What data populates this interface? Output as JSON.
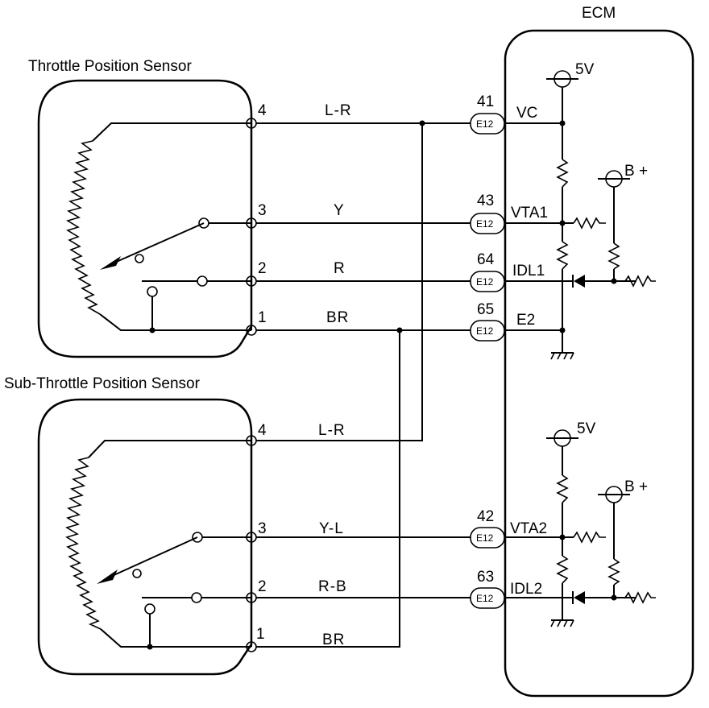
{
  "ecm": {
    "title": "ECM"
  },
  "sensors": {
    "tps": {
      "title": "Throttle Position Sensor",
      "pins": [
        "4",
        "3",
        "2",
        "1"
      ],
      "wires": [
        "L-R",
        "Y",
        "R",
        "BR"
      ]
    },
    "sub_tps": {
      "title": "Sub-Throttle Position Sensor",
      "pins": [
        "4",
        "3",
        "2",
        "1"
      ],
      "wires": [
        "L-R",
        "Y-L",
        "R-B",
        "BR"
      ]
    }
  },
  "connectors": {
    "label": "E12",
    "c41": {
      "pin": "41",
      "signal": "VC"
    },
    "c43": {
      "pin": "43",
      "signal": "VTA1"
    },
    "c64": {
      "pin": "64",
      "signal": "IDL1"
    },
    "c65": {
      "pin": "65",
      "signal": "E2"
    },
    "c42": {
      "pin": "42",
      "signal": "VTA2"
    },
    "c63": {
      "pin": "63",
      "signal": "IDL2"
    }
  },
  "supplies": {
    "v5_top": "5V",
    "bplus_top": "B +",
    "v5_bottom": "5V",
    "bplus_bottom": "B +"
  }
}
